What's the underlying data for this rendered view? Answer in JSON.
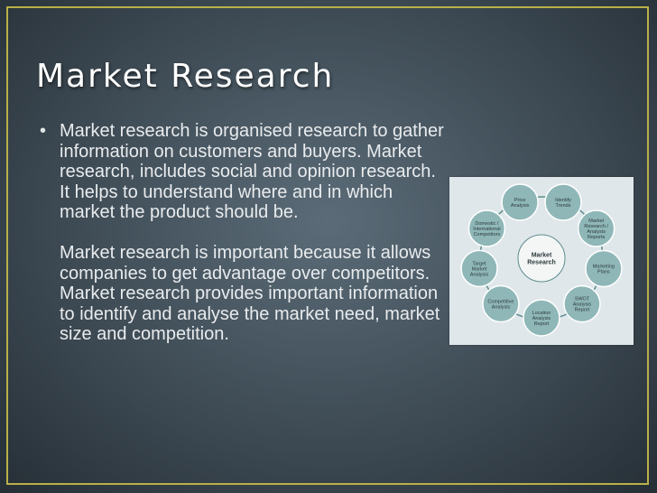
{
  "slide": {
    "title": "Market Research",
    "bullet_symbol": "•",
    "paragraphs": [
      "Market research is organised research to gather information on customers and buyers. Market research, includes social and opinion research. It helps to understand where and in which market the product should be.",
      "Market research is important because it allows companies to get advantage over competitors. Market research provides important information to identify and analyse the market need, market size and competition."
    ]
  },
  "diagram": {
    "center": [
      "Market",
      "Research"
    ],
    "nodes": [
      {
        "lines": [
          "Identify",
          "Trends"
        ]
      },
      {
        "lines": [
          "Market",
          "Research /",
          "Analysis",
          "Reports"
        ]
      },
      {
        "lines": [
          "Marketing",
          "Plans"
        ]
      },
      {
        "lines": [
          "SWOT",
          "Analysis",
          "Report"
        ]
      },
      {
        "lines": [
          "Location",
          "Analysis",
          "Report"
        ]
      },
      {
        "lines": [
          "Competitive",
          "Analysis"
        ]
      },
      {
        "lines": [
          "Target",
          "Market",
          "Analysis"
        ]
      },
      {
        "lines": [
          "Domestic /",
          "International",
          "Competitors"
        ]
      },
      {
        "lines": [
          "Price",
          "Analysis"
        ]
      }
    ],
    "colors": {
      "node_fill": "#8fb7b8",
      "center_fill": "#f4f6f6",
      "ring_stroke": "#5e8c8e",
      "text": "#2d3a3c"
    }
  }
}
